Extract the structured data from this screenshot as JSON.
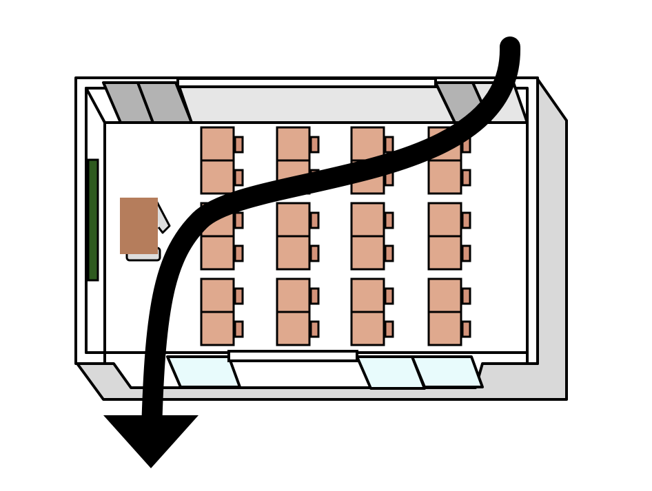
{
  "diagram": {
    "desk_rows": 3,
    "desk_columns": 4,
    "desks_per_column_per_row": 2,
    "elements": [
      "room-outline",
      "blackboard",
      "teacher-desk",
      "student-desks",
      "back-windows",
      "front-windows",
      "flow-arrow"
    ]
  },
  "colors": {
    "outline": "#000000",
    "wall_gray": "#d9d9d9",
    "back_panel_light": "#e6e6e6",
    "back_panel_dark": "#b3b3b3",
    "window_glass": "#e8fbfc",
    "floor": "#ffffff",
    "blackboard": "#2e5a1f",
    "teacher_desk": "#b57d5c",
    "student_desk": "#dfa98e",
    "chair": "#d4937a",
    "arrow": "#000000"
  }
}
